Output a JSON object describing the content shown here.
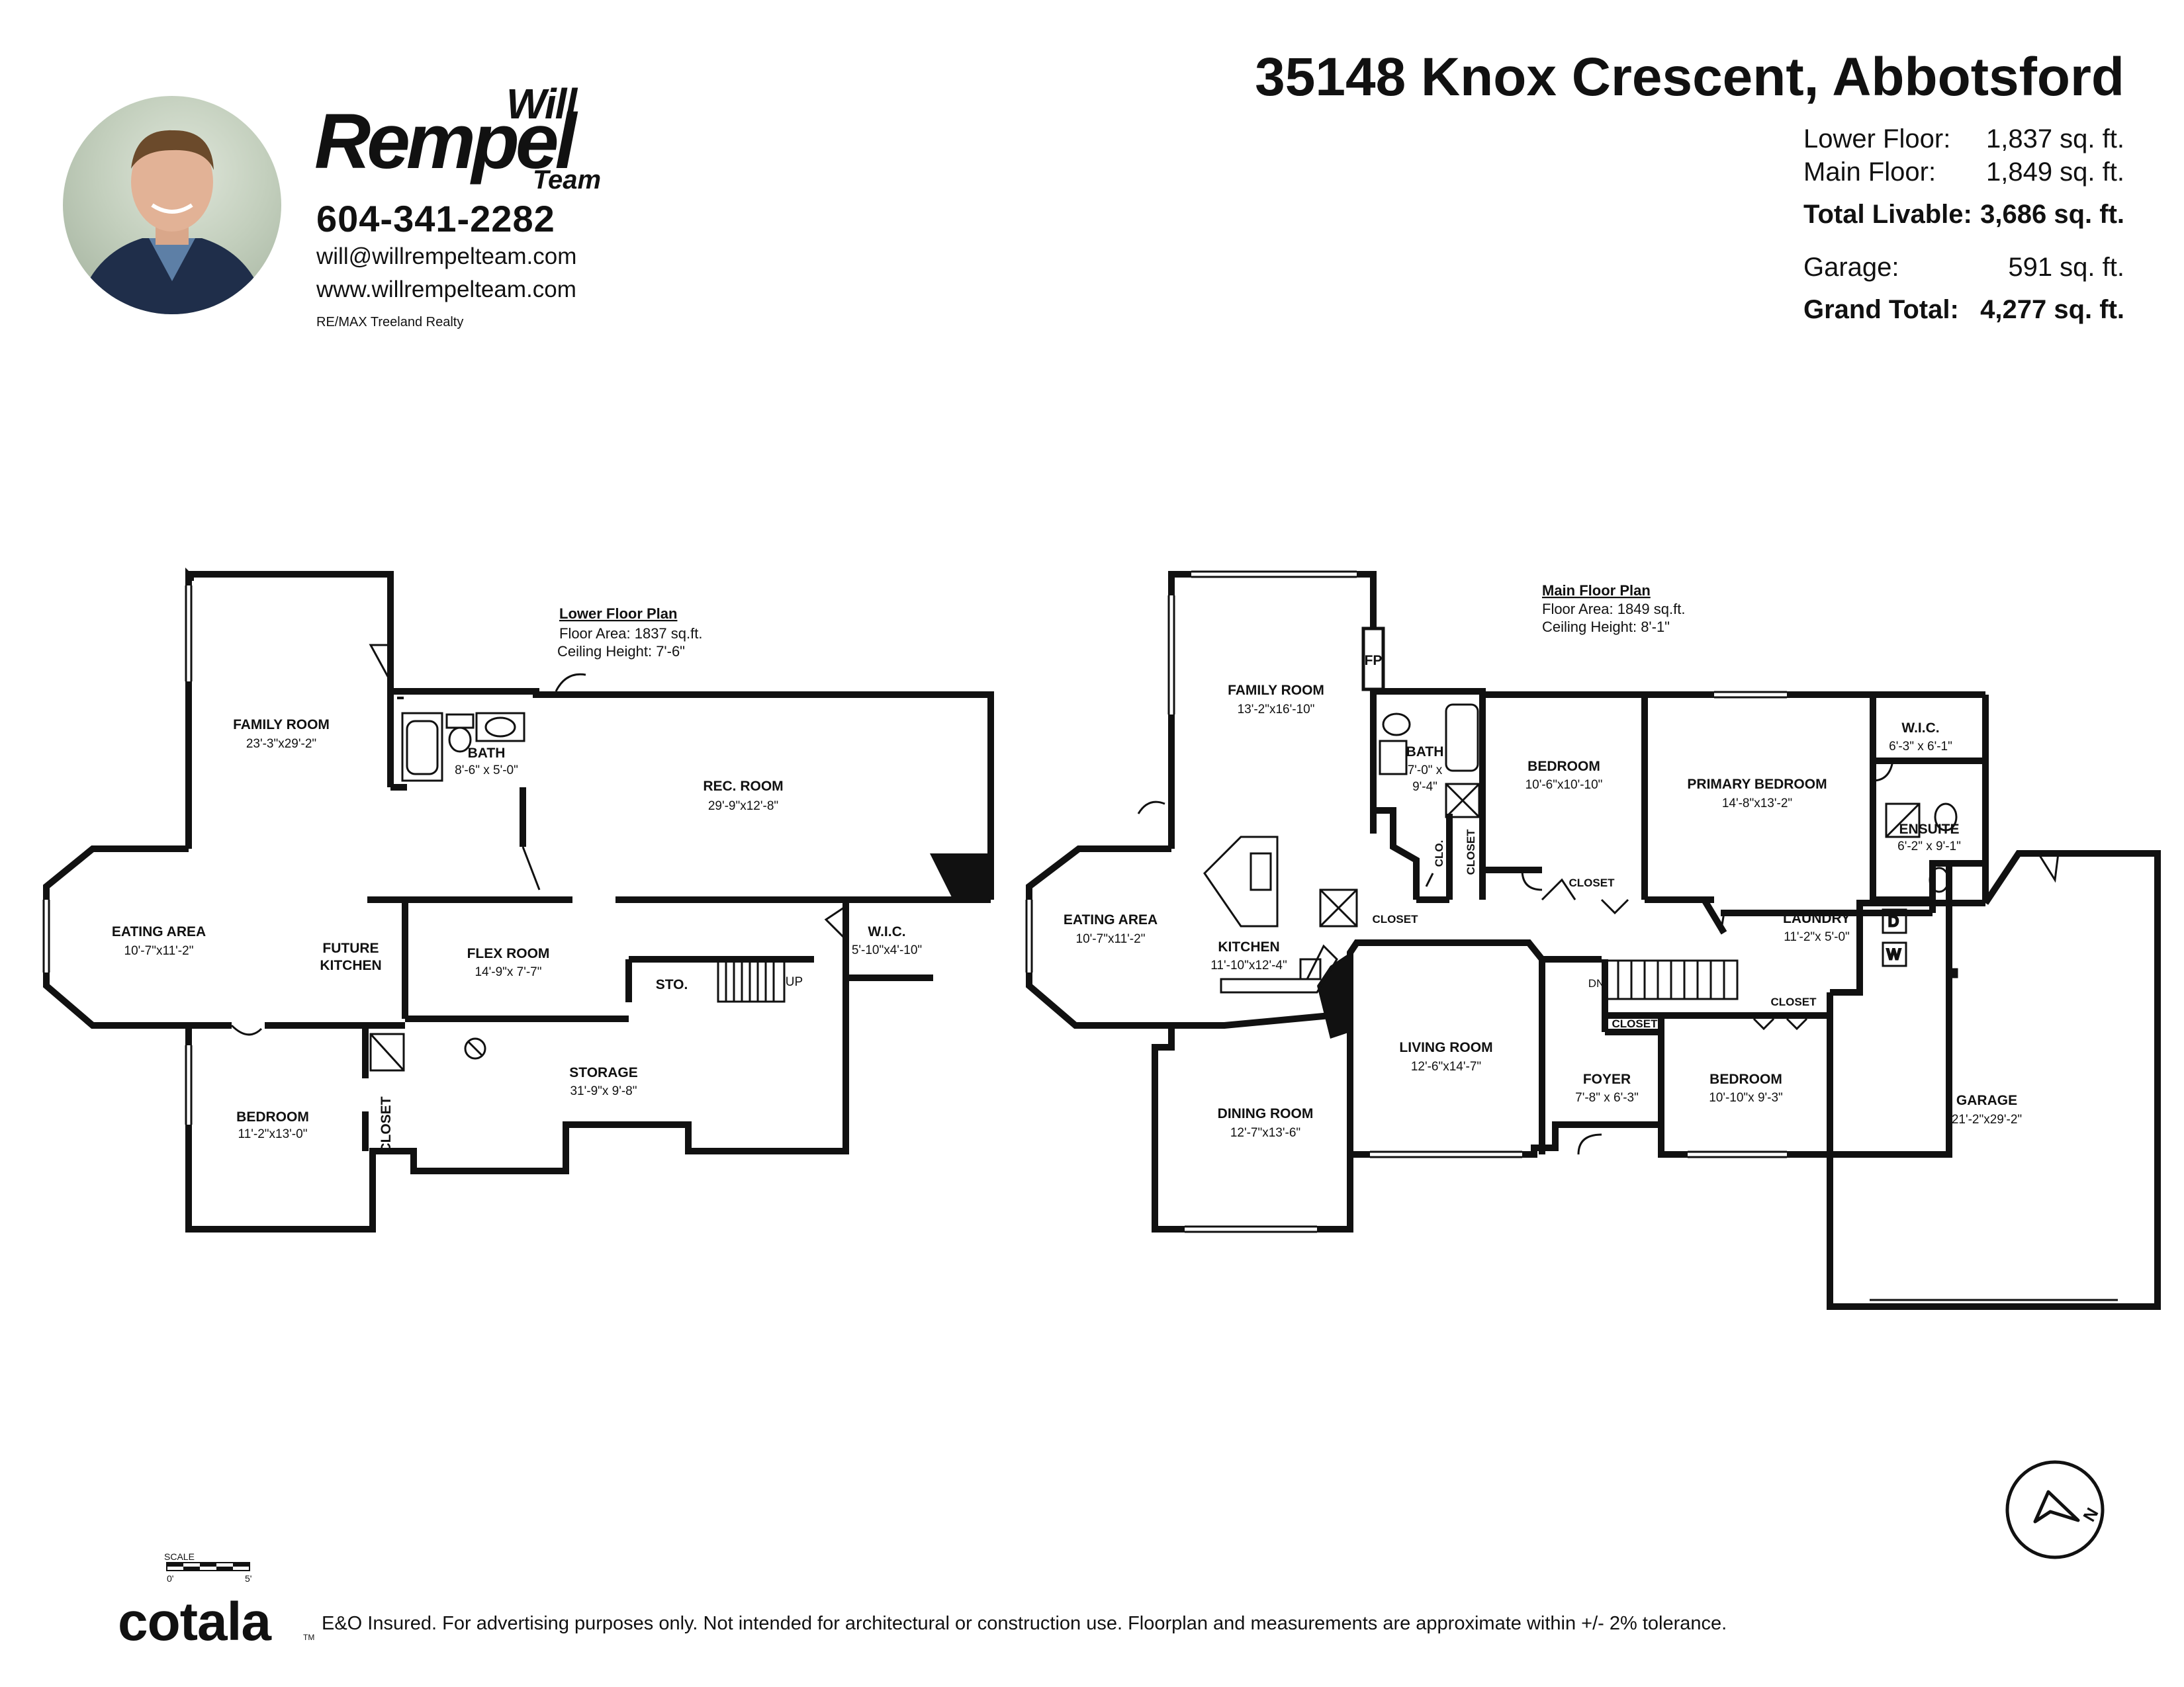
{
  "agent": {
    "brand_first": "Will",
    "brand_last": "Rempel",
    "brand_sub": "Team",
    "phone": "604-341-2282",
    "email": "will@willrempelteam.com",
    "website": "www.willrempelteam.com",
    "brokerage": "RE/MAX Treeland Realty"
  },
  "listing": {
    "address": "35148 Knox Crescent, Abbotsford",
    "areas": [
      {
        "label": "Lower Floor:",
        "value": "1,837 sq. ft.",
        "bold": false
      },
      {
        "label": "Main Floor:",
        "value": "1,849 sq. ft.",
        "bold": false
      },
      {
        "label": "Total Livable:",
        "value": "3,686 sq. ft.",
        "bold": true
      },
      {
        "label": "Garage:",
        "value": "591 sq. ft.",
        "bold": false
      },
      {
        "label": "Grand Total:",
        "value": "4,277 sq. ft.",
        "bold": true
      }
    ]
  },
  "lower_floor": {
    "title": "Lower Floor Plan",
    "floor_area": "Floor Area: 1837 sq.ft.",
    "ceiling": "Ceiling Height: 7'-6\"",
    "rooms": [
      {
        "name": "FAMILY ROOM",
        "dim": "23'-3\"x29'-2\""
      },
      {
        "name": "BATH",
        "dim": "8'-6\" x 5'-0\""
      },
      {
        "name": "REC. ROOM",
        "dim": "29'-9\"x12'-8\""
      },
      {
        "name": "EATING AREA",
        "dim": "10'-7\"x11'-2\""
      },
      {
        "name": "FUTURE",
        "dim": "KITCHEN"
      },
      {
        "name": "FLEX ROOM",
        "dim": "14'-9\"x 7'-7\""
      },
      {
        "name": "W.I.C.",
        "dim": "5'-10\"x4'-10\""
      },
      {
        "name": "STO.",
        "dim": ""
      },
      {
        "name": "UP",
        "dim": ""
      },
      {
        "name": "BEDROOM",
        "dim": "11'-2\"x13'-0\""
      },
      {
        "name": "CLOSET",
        "dim": ""
      },
      {
        "name": "STORAGE",
        "dim": "31'-9\"x 9'-8\""
      }
    ]
  },
  "main_floor": {
    "title": "Main Floor Plan",
    "floor_area": "Floor Area: 1849 sq.ft.",
    "ceiling": "Ceiling Height: 8'-1\"",
    "rooms": [
      {
        "name": "FAMILY ROOM",
        "dim": "13'-2\"x16'-10\""
      },
      {
        "name": "FP",
        "dim": ""
      },
      {
        "name": "BATH",
        "dim": "7'-0\" x"
      },
      {
        "name": "",
        "dim": "9'-4\""
      },
      {
        "name": "BEDROOM",
        "dim": "10'-6\"x10'-10\""
      },
      {
        "name": "PRIMARY BEDROOM",
        "dim": "14'-8\"x13'-2\""
      },
      {
        "name": "W.I.C.",
        "dim": "6'-3\" x 6'-1\""
      },
      {
        "name": "ENSUITE",
        "dim": "6'-2\" x 9'-1\""
      },
      {
        "name": "EATING AREA",
        "dim": "10'-7\"x11'-2\""
      },
      {
        "name": "KITCHEN",
        "dim": "11'-10\"x12'-4\""
      },
      {
        "name": "CLOSET",
        "dim": ""
      },
      {
        "name": "CLO.",
        "dim": ""
      },
      {
        "name": "CLOSET",
        "dim": ""
      },
      {
        "name": "CLOSET",
        "dim": ""
      },
      {
        "name": "LAUNDRY",
        "dim": "11'-2\"x 5'-0\""
      },
      {
        "name": "D",
        "dim": ""
      },
      {
        "name": "W",
        "dim": ""
      },
      {
        "name": "DN",
        "dim": ""
      },
      {
        "name": "CLOSET",
        "dim": ""
      },
      {
        "name": "CLOSET",
        "dim": ""
      },
      {
        "name": "LIVING ROOM",
        "dim": "12'-6\"x14'-7\""
      },
      {
        "name": "FOYER",
        "dim": "7'-8\" x 6'-3\""
      },
      {
        "name": "BEDROOM",
        "dim": "10'-10\"x 9'-3\""
      },
      {
        "name": "DINING ROOM",
        "dim": "12'-7\"x13'-6\""
      },
      {
        "name": "GARAGE",
        "dim": "21'-2\"x29'-2\""
      }
    ]
  },
  "scale": {
    "label": "SCALE",
    "min": "0'",
    "max": "5'"
  },
  "footer": {
    "logo": "cotala",
    "tm": "TM",
    "disclaimer": "E&O Insured. For advertising purposes only. Not intended for architectural or construction use. Floorplan and measurements are approximate within +/- 2% tolerance."
  },
  "compass": {
    "letter": "N"
  }
}
